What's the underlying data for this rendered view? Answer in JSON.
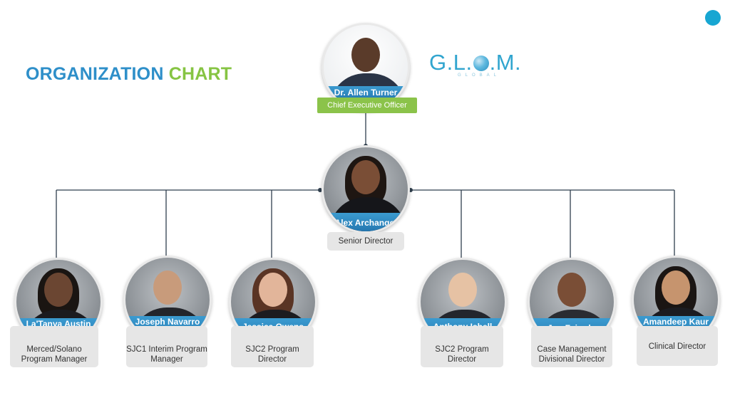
{
  "title": {
    "part1": "ORGANIZATION",
    "part2": "CHART"
  },
  "logo": {
    "text_before": "G.L.",
    "text_after": ".M.",
    "subtitle": "GLOBAL"
  },
  "colors": {
    "title_blue": "#2e8fc9",
    "title_green": "#86c443",
    "name_band_blue": "#1f6fa9",
    "ceo_role_green": "#8bc34a",
    "connector": "#2f3e4d",
    "accent_dot": "#17a6d2"
  },
  "ceo": {
    "name": "Dr. Allen Turner",
    "role": "Chief Executive Officer"
  },
  "senior": {
    "name": "Alex Archangel",
    "role": "Senior Director"
  },
  "staff": [
    {
      "name": "La'Tanya Austin",
      "role": "Merced/Solano Program Manager"
    },
    {
      "name": "Joseph Navarro",
      "role": "SJC1 Interim Program Manager"
    },
    {
      "name": "Jessica Owens",
      "role": "SJC2 Program Director"
    },
    {
      "name": "Anthony Isbell",
      "role": "SJC2 Program Director"
    },
    {
      "name": "Jon Fajardo",
      "role": "Case Management Divisional Director"
    },
    {
      "name": "Amandeep Kaur",
      "role": "Clinical Director"
    }
  ]
}
